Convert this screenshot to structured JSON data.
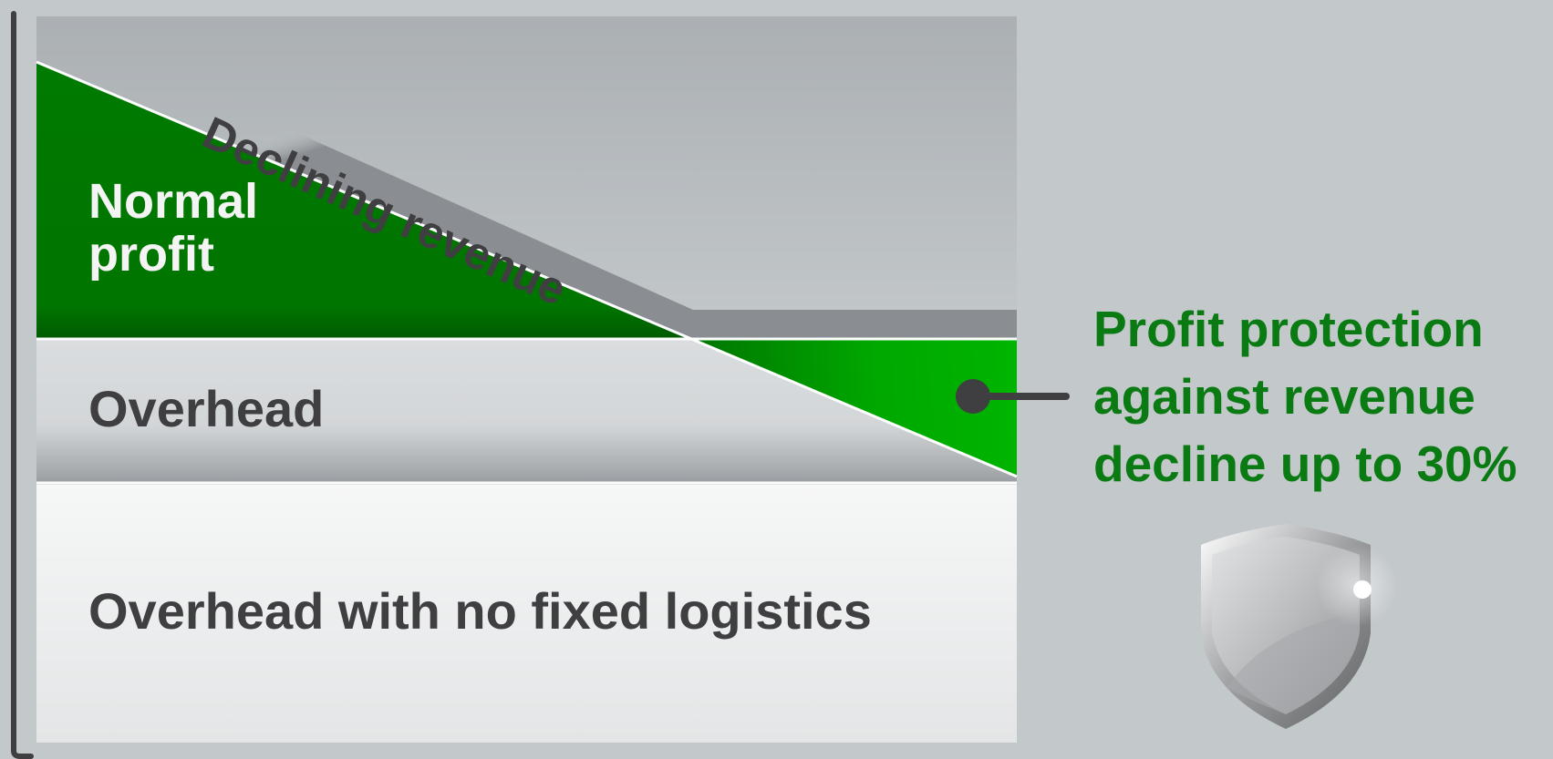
{
  "diagram": {
    "labels": {
      "declining_revenue": "Declining revenue",
      "normal_profit": "Normal profit",
      "overhead": "Overhead",
      "overhead_no_fixed_logistics": "Overhead with no fixed logistics",
      "profit_protection": "Profit protection against revenue decline up to 30%"
    },
    "icons": {
      "callout": "callout-dot-icon",
      "shield": "shield-icon"
    },
    "colors": {
      "background": "#c3c8cb",
      "normal_profit": "#007700",
      "protected_profit": "#00b200",
      "overhead": "#d6d9db",
      "overhead_no_fixed_logistics": "#eff0f1",
      "text_dark": "#3f3f42",
      "text_green": "#0a7a12",
      "text_white": "#f4f4f4"
    }
  }
}
